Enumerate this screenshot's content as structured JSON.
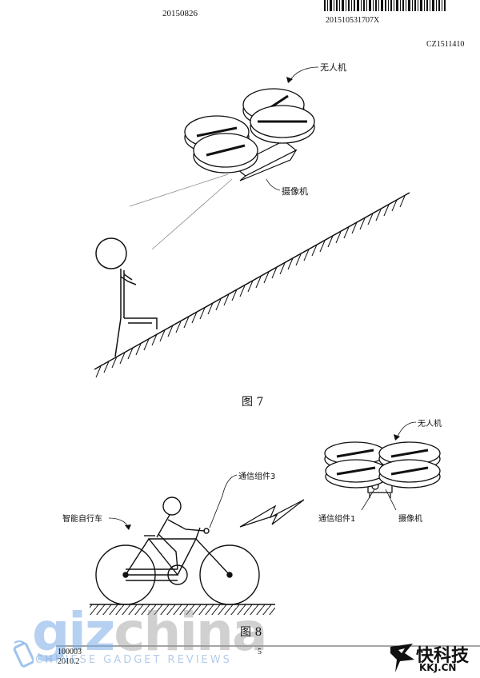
{
  "header": {
    "date": "20150826",
    "serial": "201510531707X",
    "code": "CZ1511410"
  },
  "figure7": {
    "caption": "图 7",
    "label_drone": "无人机",
    "label_camera": "摄像机"
  },
  "figure8": {
    "caption": "图 8",
    "label_drone": "无人机",
    "label_comm3": "通信组件3",
    "label_bike": "智能自行车",
    "label_comm1": "通信组件1",
    "label_camera": "摄像机"
  },
  "footer": {
    "form_number": "100003",
    "form_date": "2010.2",
    "page_number": "5"
  },
  "watermark": {
    "part1": "giz",
    "part2": "china",
    "subtitle": "CHINESE GADGET REVIEWS",
    "kkj_name": "快科技",
    "kkj_url": "KKJ.CN"
  }
}
